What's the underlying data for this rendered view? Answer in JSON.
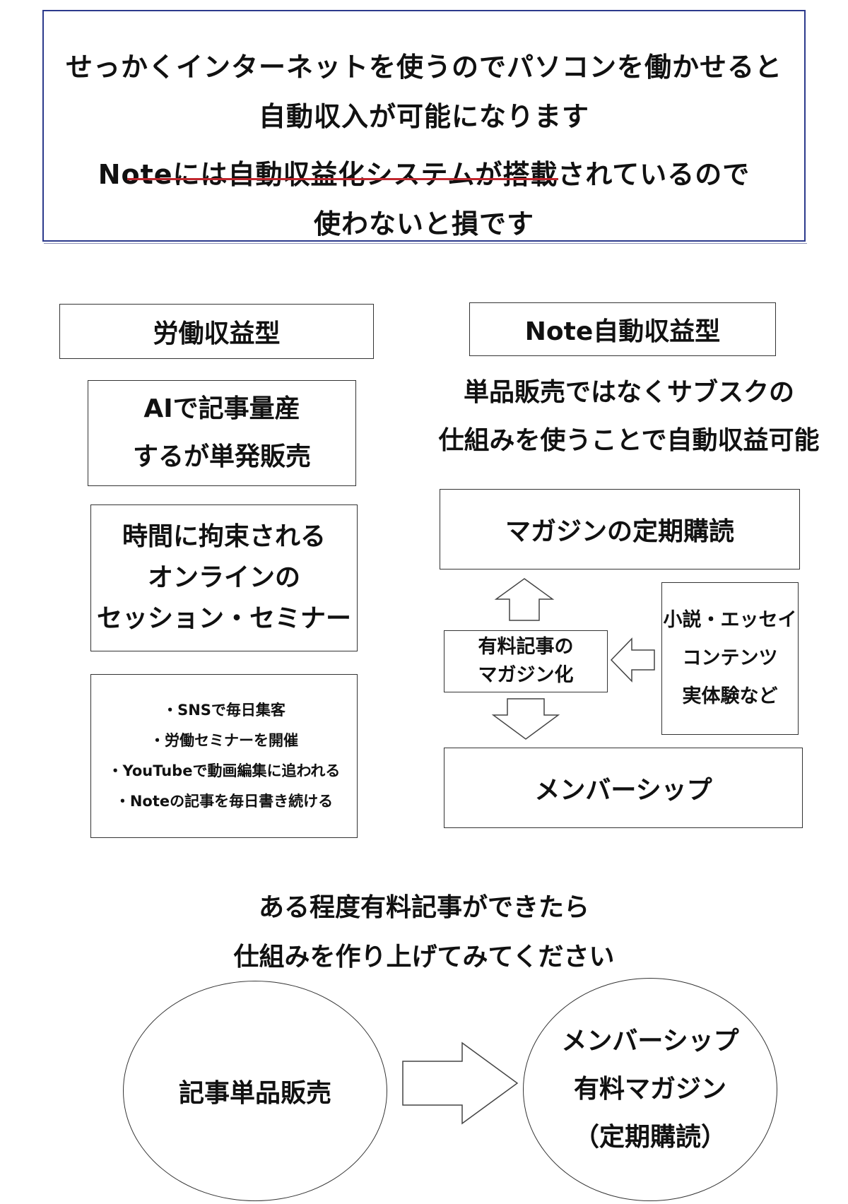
{
  "header": {
    "line1": "せっかくインターネットを使うのでパソコンを働かせると",
    "line2": "自動収入が可能になります",
    "line3": "Noteには自動収益化システムが搭載されているので",
    "line4": "使わないと損です"
  },
  "left_column": {
    "title": "労働収益型",
    "ai_box": {
      "line1": "AIで記事量産",
      "line2": "するが単発販売"
    },
    "session_box": {
      "line1": "時間に拘束される",
      "line2": "オンラインの",
      "line3": "セッション・セミナー"
    },
    "tasks": [
      "・SNSで毎日集客",
      "・労働セミナーを開催",
      "・YouTubeで動画編集に追われる",
      "・Noteの記事を毎日書き続ける"
    ]
  },
  "right_column": {
    "title": "Note自動収益型",
    "description_line1": "単品販売ではなくサブスクの",
    "description_line2": "仕組みを使うことで自動収益可能",
    "magazine_box": "マガジンの定期購読",
    "paid_box": {
      "line1": "有料記事の",
      "line2": "マガジン化"
    },
    "contents_box": {
      "line1": "小説・エッセイ",
      "line2": "コンテンツ",
      "line3": "実体験など"
    },
    "membership_box": "メンバーシップ"
  },
  "bottom": {
    "caption_line1": "ある程度有料記事ができたら",
    "caption_line2": "仕組みを作り上げてみてください",
    "left_ellipse": "記事単品販売",
    "right_ellipse": {
      "line1": "メンバーシップ",
      "line2": "有料マガジン",
      "line3": "（定期購読）"
    }
  },
  "colors": {
    "header_border": "#2c3a8c",
    "underline": "#c0262d"
  }
}
